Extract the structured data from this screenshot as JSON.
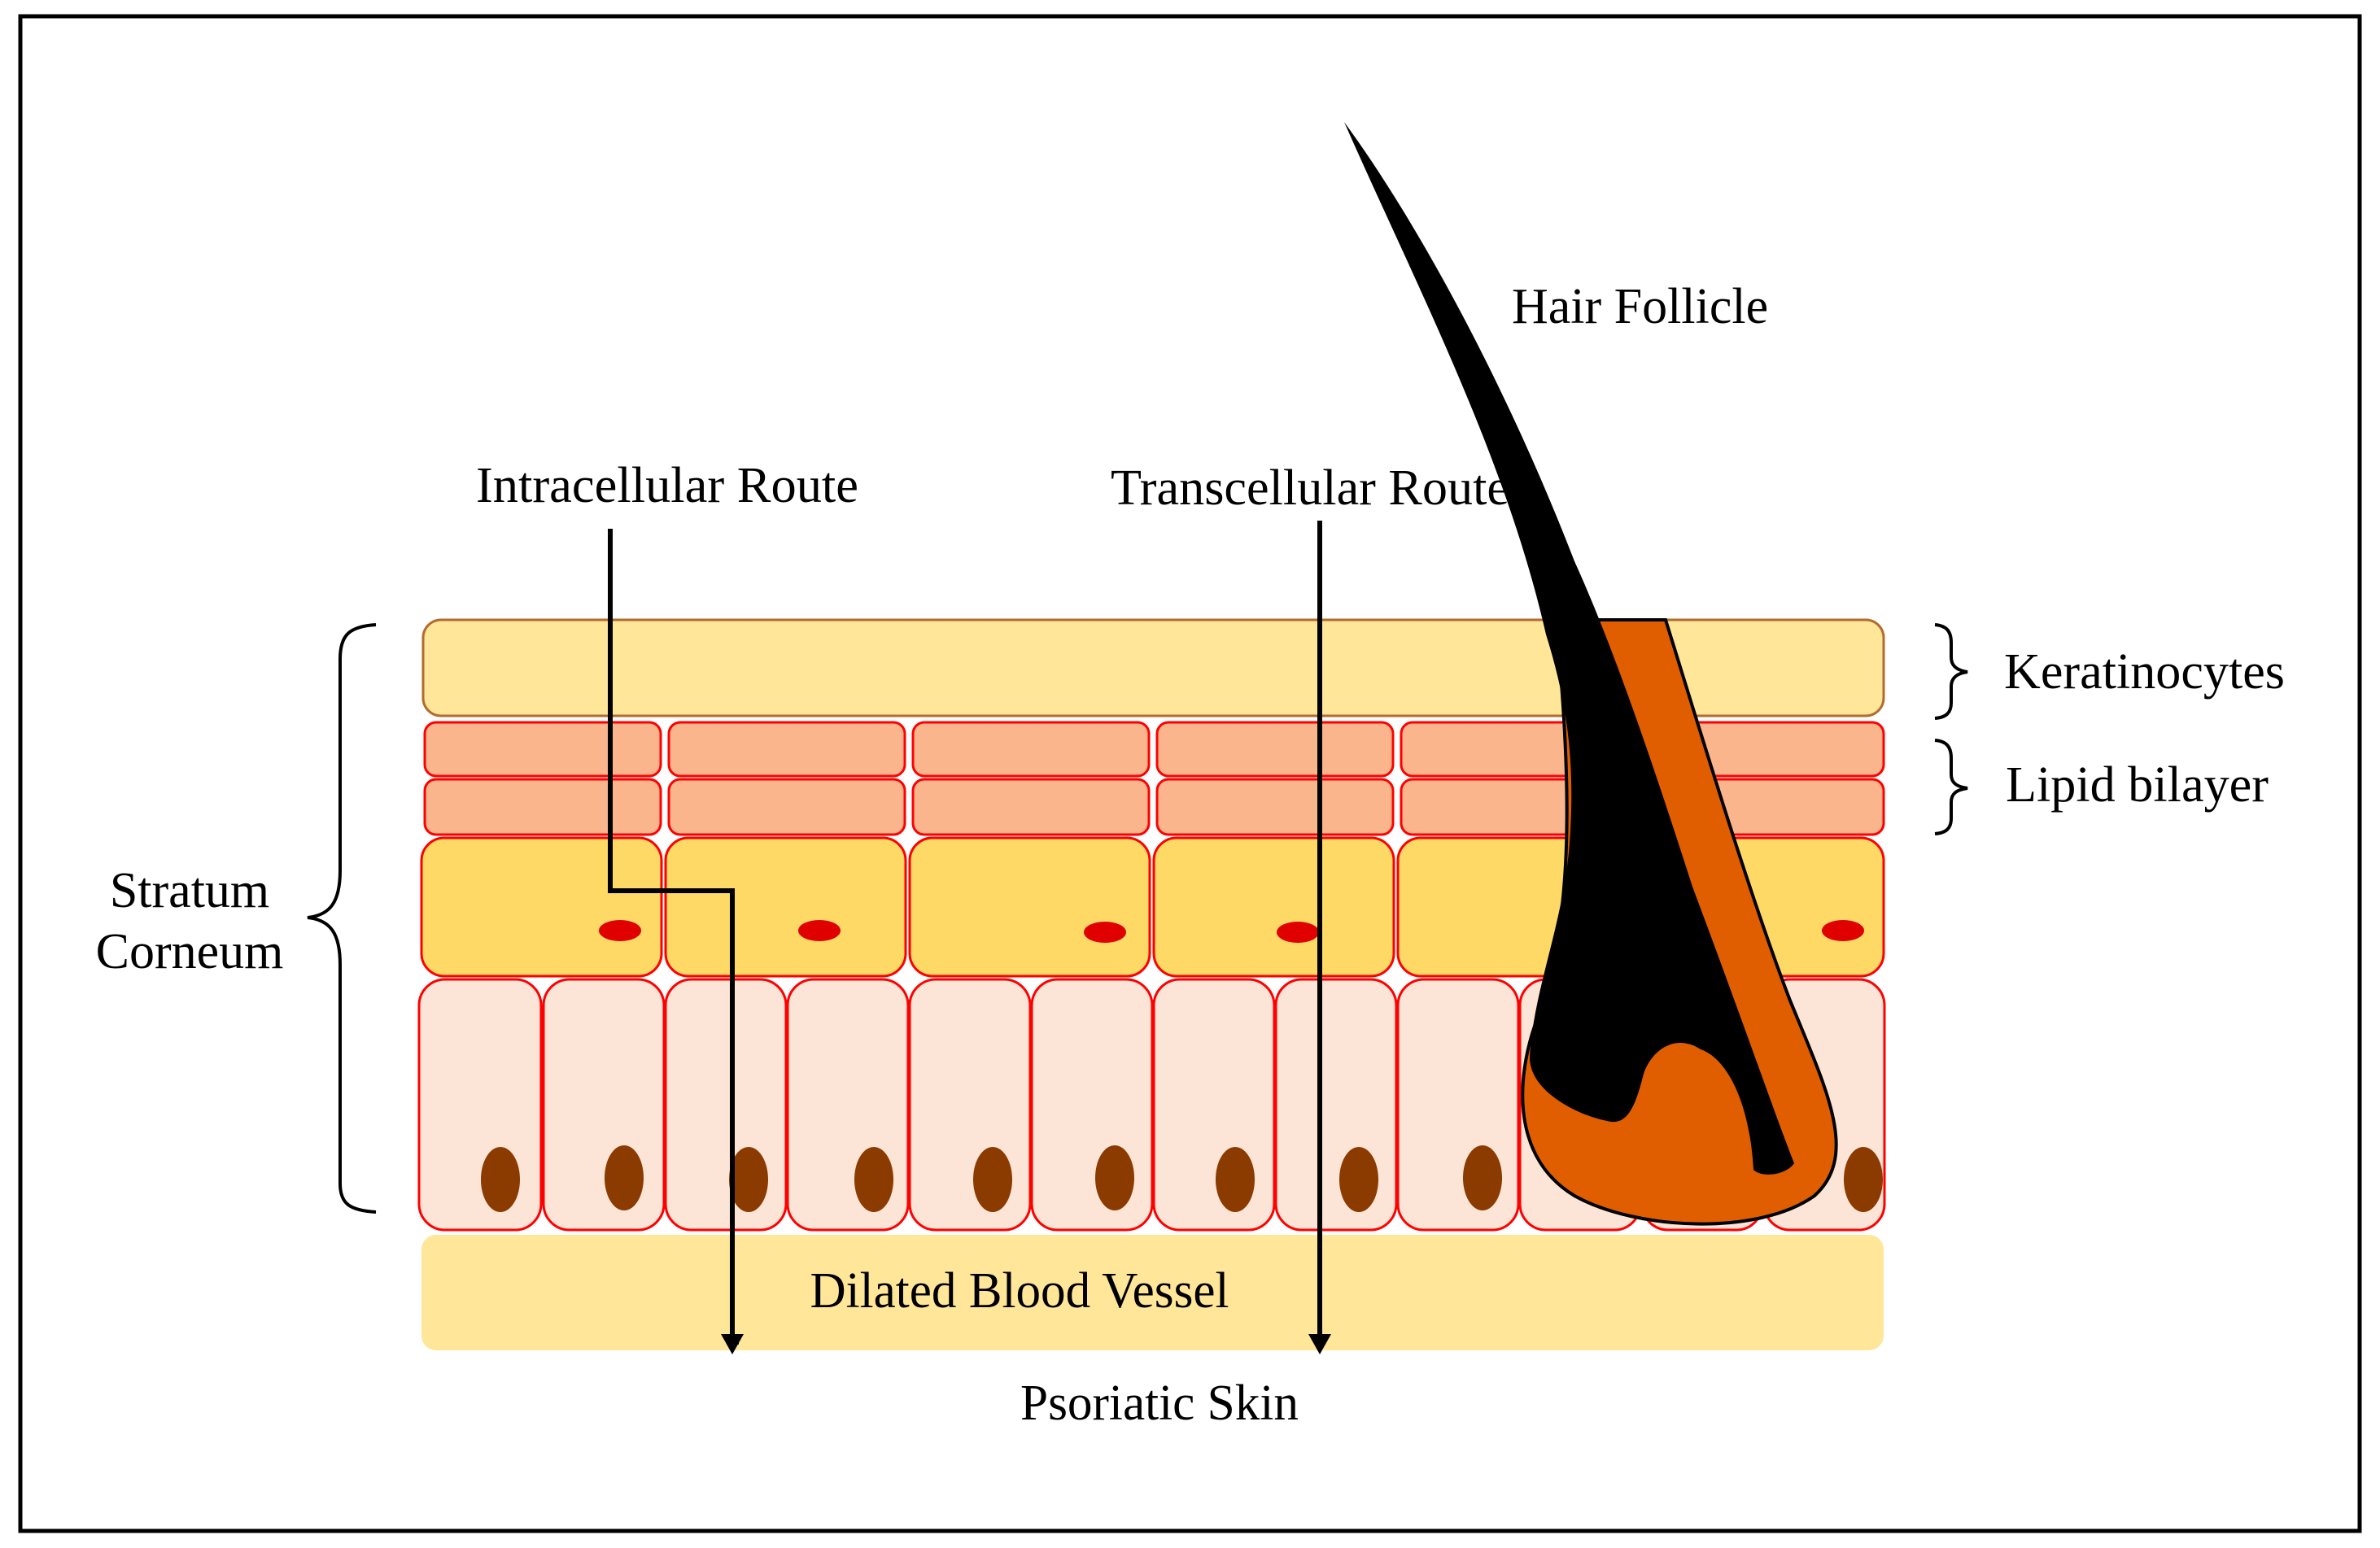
{
  "labels": {
    "hair_follicle": "Hair Follicle",
    "intracellular_route": "Intracellular Route",
    "transcellular_route": "Transcellular Route",
    "keratinocytes": "Keratinocytes",
    "lipid_bilayer": "Lipid bilayer",
    "stratum_line1": "Stratum",
    "stratum_line2": "Corneum",
    "blood_vessel": "Dilated Blood Vessel",
    "caption": "Psoriatic Skin"
  },
  "colors": {
    "keratinocyte_fill": "#FFE699",
    "lipid_fill": "#FBB58C",
    "granular_fill": "#FFD966",
    "basal_fill": "#FCE4D6",
    "cell_outline": "#FF0000",
    "nucleus_red": "#E00000",
    "nucleus_brown": "#8B3A00",
    "blood_vessel_fill": "#FFE699",
    "follicle_sheath": "#E05E00",
    "hair": "#000000"
  },
  "icons": {
    "hair": "hair-shaft",
    "arrow": "arrow-down"
  }
}
